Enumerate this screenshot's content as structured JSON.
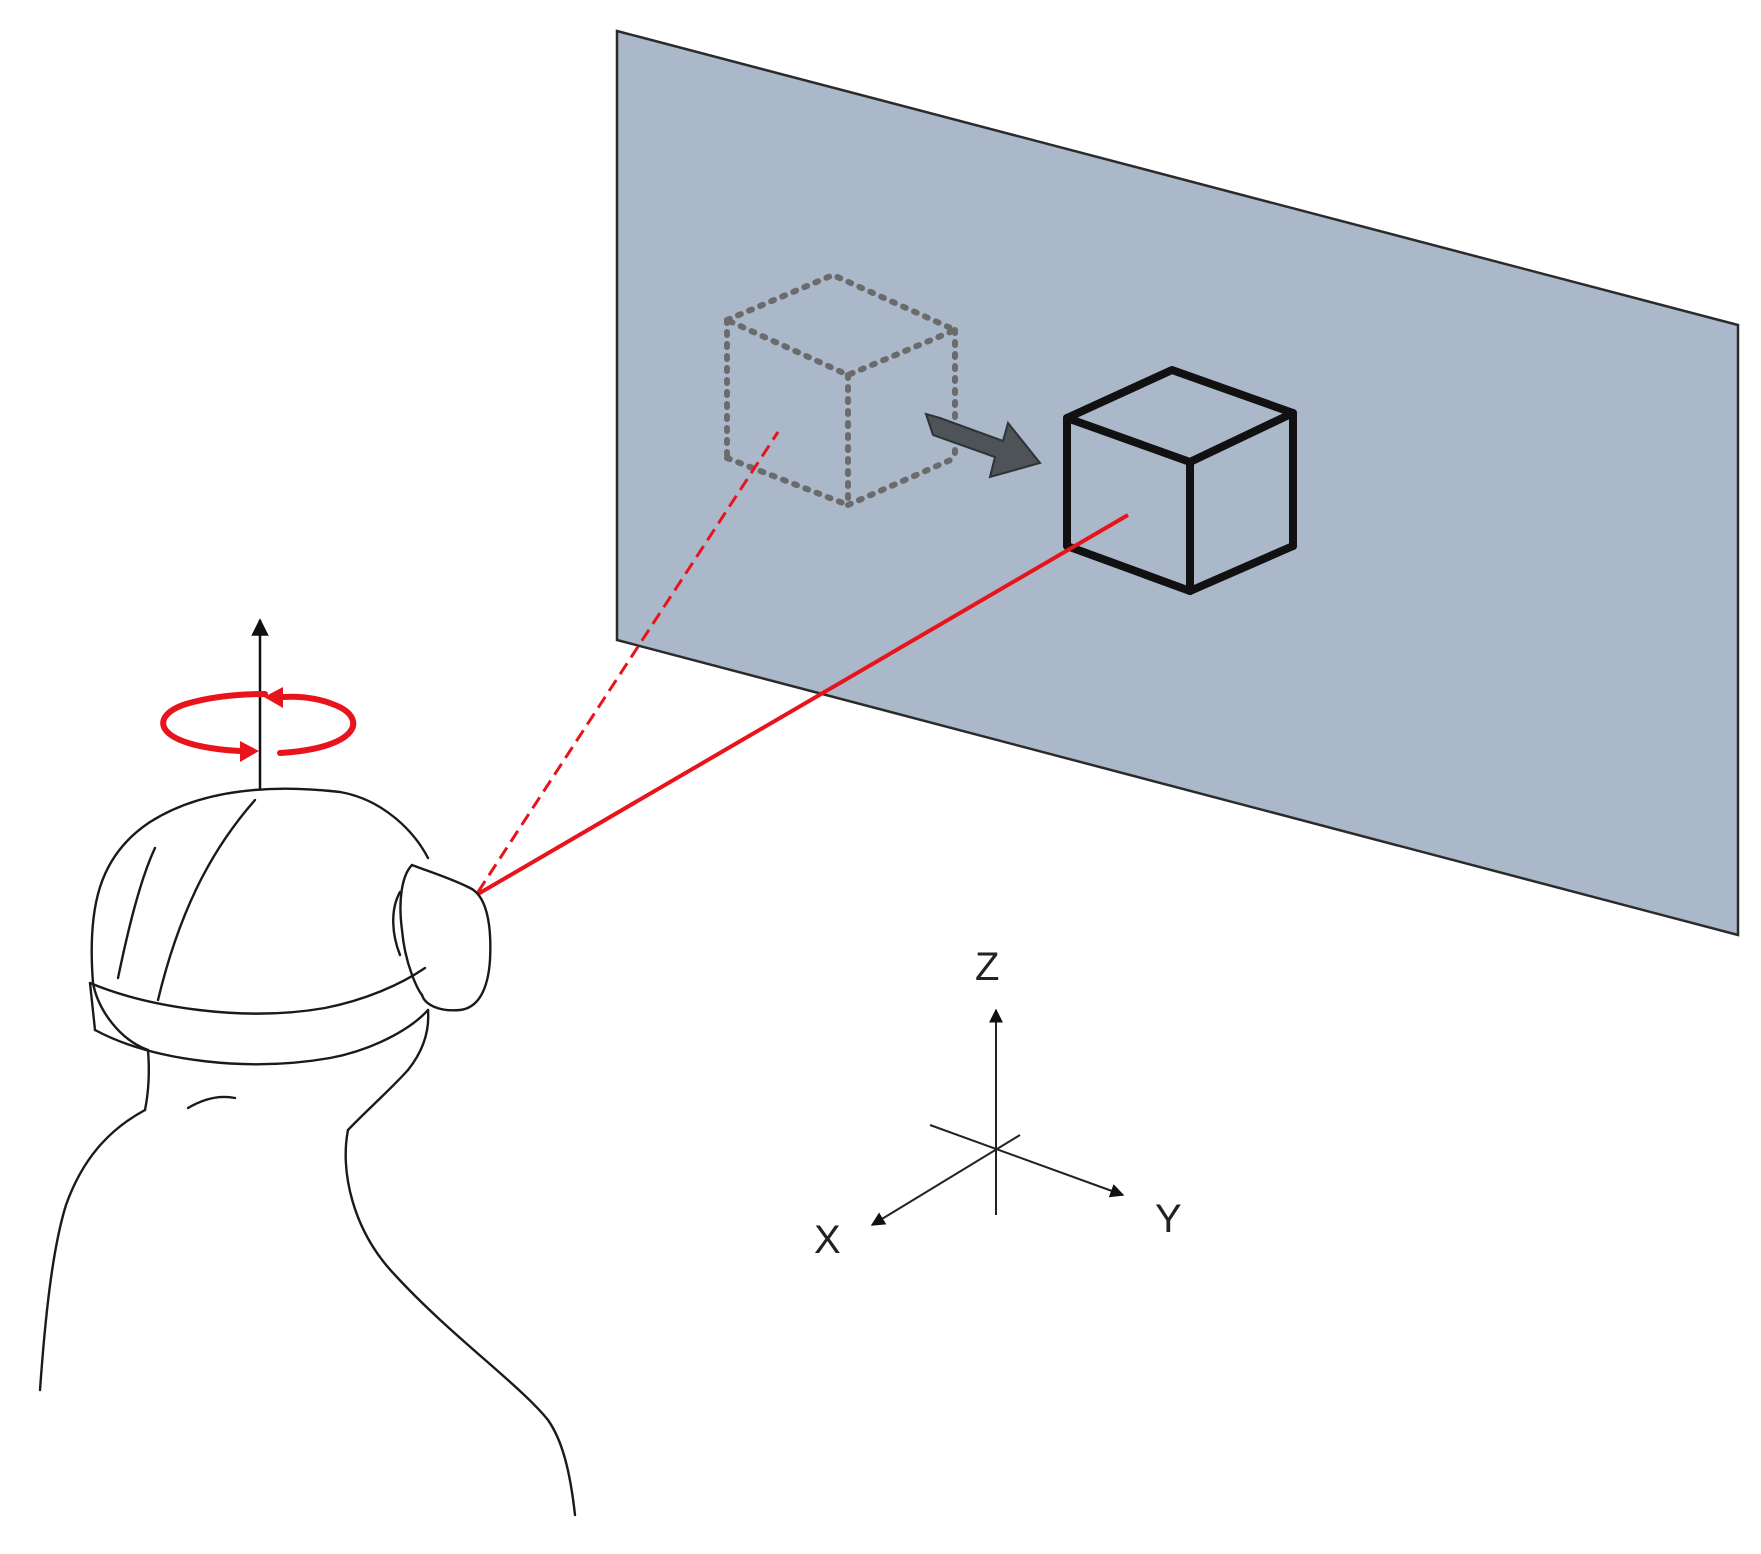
{
  "diagram": {
    "axes": {
      "z_label": "Z",
      "x_label": "X",
      "y_label": "Y"
    },
    "colors": {
      "screen_fill": "#AAB8CA",
      "screen_stroke": "#2b2b2b",
      "gaze_ray": "#E8141B",
      "rotation_arrow": "#E8141B",
      "cube_solid": "#111111",
      "cube_dotted": "#6b6b6b",
      "move_arrow": "#4d5356",
      "line_art": "#1a1a1a"
    },
    "icons": {
      "head_rotation": "yaw-rotation-icon",
      "movement": "right-arrow-icon",
      "headset": "vr-headset-icon"
    }
  }
}
